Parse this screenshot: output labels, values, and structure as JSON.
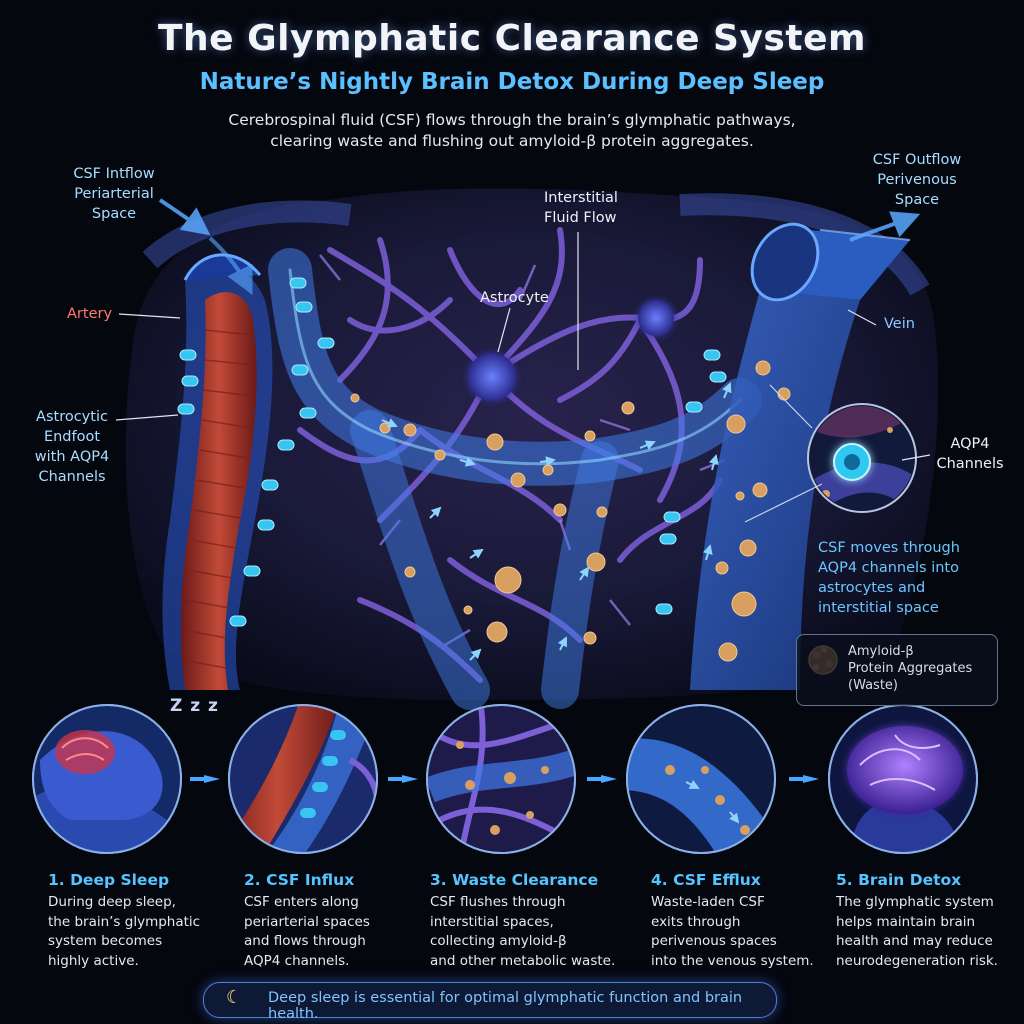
{
  "header": {
    "title": "The Glymphatic Clearance System",
    "subtitle": "Nature’s Nightly Brain Detox During Deep Sleep",
    "intro_line1": "Cerebrospinal fluid (CSF) flows through the brain’s glymphatic pathways,",
    "intro_line2": "clearing waste and flushing out amyloid-β protein aggregates."
  },
  "labels": {
    "csf_inflow": [
      "CSF Intflow",
      "Periarterial",
      "Space"
    ],
    "csf_outflow": [
      "CSF Outflow",
      "Perivenous",
      "Space"
    ],
    "interstitial": [
      "Interstitial",
      "Fluid Flow"
    ],
    "astrocyte": "Astrocyte",
    "artery": "Artery",
    "vein": "Vein",
    "endfoot": [
      "Astrocytic",
      "Endfoot",
      "with AQP4",
      "Channels"
    ],
    "aqp4": [
      "AQP4",
      "Channels"
    ],
    "csf_moves": [
      "CSF moves through",
      "AQP4 channels into",
      "astrocytes and",
      "interstitial space"
    ]
  },
  "legend": {
    "lines": [
      "Amyloid-β",
      "Protein Aggregates",
      "(Waste)"
    ]
  },
  "sleep_icon": "Z z z",
  "steps": [
    {
      "title": "1. Deep Sleep",
      "desc": [
        "During deep sleep,",
        "the brain’s glymphatic",
        "system becomes",
        "highly active."
      ]
    },
    {
      "title": "2. CSF Influx",
      "desc": [
        "CSF enters along",
        "periarterial spaces",
        "and flows through",
        "AQP4 channels."
      ]
    },
    {
      "title": "3. Waste Clearance",
      "desc": [
        "CSF flushes through",
        "interstitial spaces,",
        "collecting amyloid-β",
        "and other metabolic waste."
      ]
    },
    {
      "title": "4. CSF Efflux",
      "desc": [
        "Waste-laden CSF",
        "exits through",
        "perivenous spaces",
        "into the venous system."
      ]
    },
    {
      "title": "5. Brain Detox",
      "desc": [
        "The glymphatic system",
        "helps maintain brain",
        "health and may reduce",
        "neurodegeneration risk."
      ]
    }
  ],
  "footer": {
    "moon_icon": "moon-icon",
    "banner": "Deep sleep is essential for optimal glymphatic function and brain health."
  },
  "colors": {
    "accent_blue": "#55c4ff",
    "artery_red": "#c0392b",
    "vessel_blue": "#3a78e0",
    "network_purple": "#7b5fd6",
    "amyloid_orange": "#d8a060"
  }
}
